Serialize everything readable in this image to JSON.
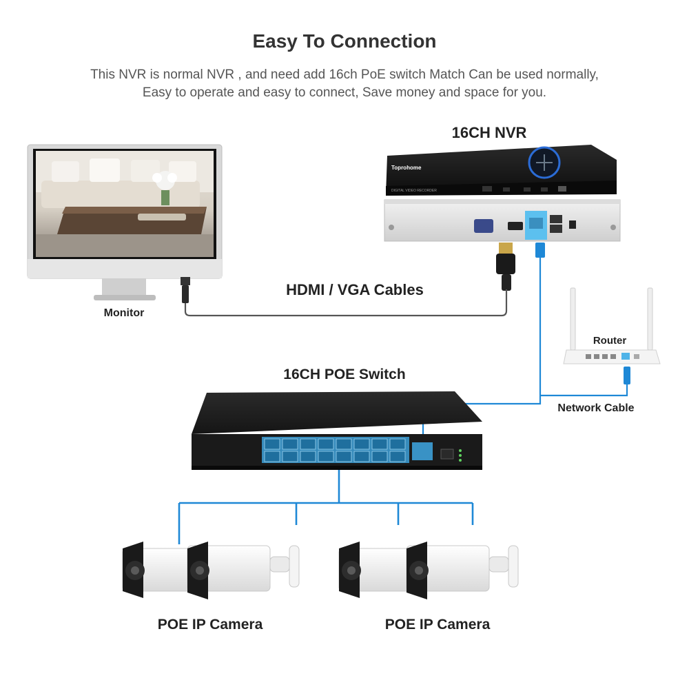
{
  "header": {
    "title": "Easy To Connection",
    "subtitle_line1": "This NVR is normal NVR , and need add 16ch PoE switch Match Can be used normally,",
    "subtitle_line2": "Easy to operate and easy to connect,   Save money and space for you."
  },
  "nvr": {
    "label": "16CH NVR",
    "brand": "Toprohome",
    "front_text": "DIGITAL VIDEO RECORDER"
  },
  "monitor": {
    "label": "Monitor"
  },
  "cables": {
    "label": "HDMI / VGA Cables"
  },
  "router": {
    "label": "Router"
  },
  "network_cable": {
    "label": "Network Cable"
  },
  "switch": {
    "label": "16CH POE Switch"
  },
  "cameras": [
    {
      "label": "POE IP Camera"
    },
    {
      "label": "POE IP Camera"
    }
  ],
  "colors": {
    "cable_blue": "#1e88d6",
    "cable_gray": "#555555",
    "device_black": "#1b1b1b",
    "port_highlight": "#4fb3e8"
  }
}
